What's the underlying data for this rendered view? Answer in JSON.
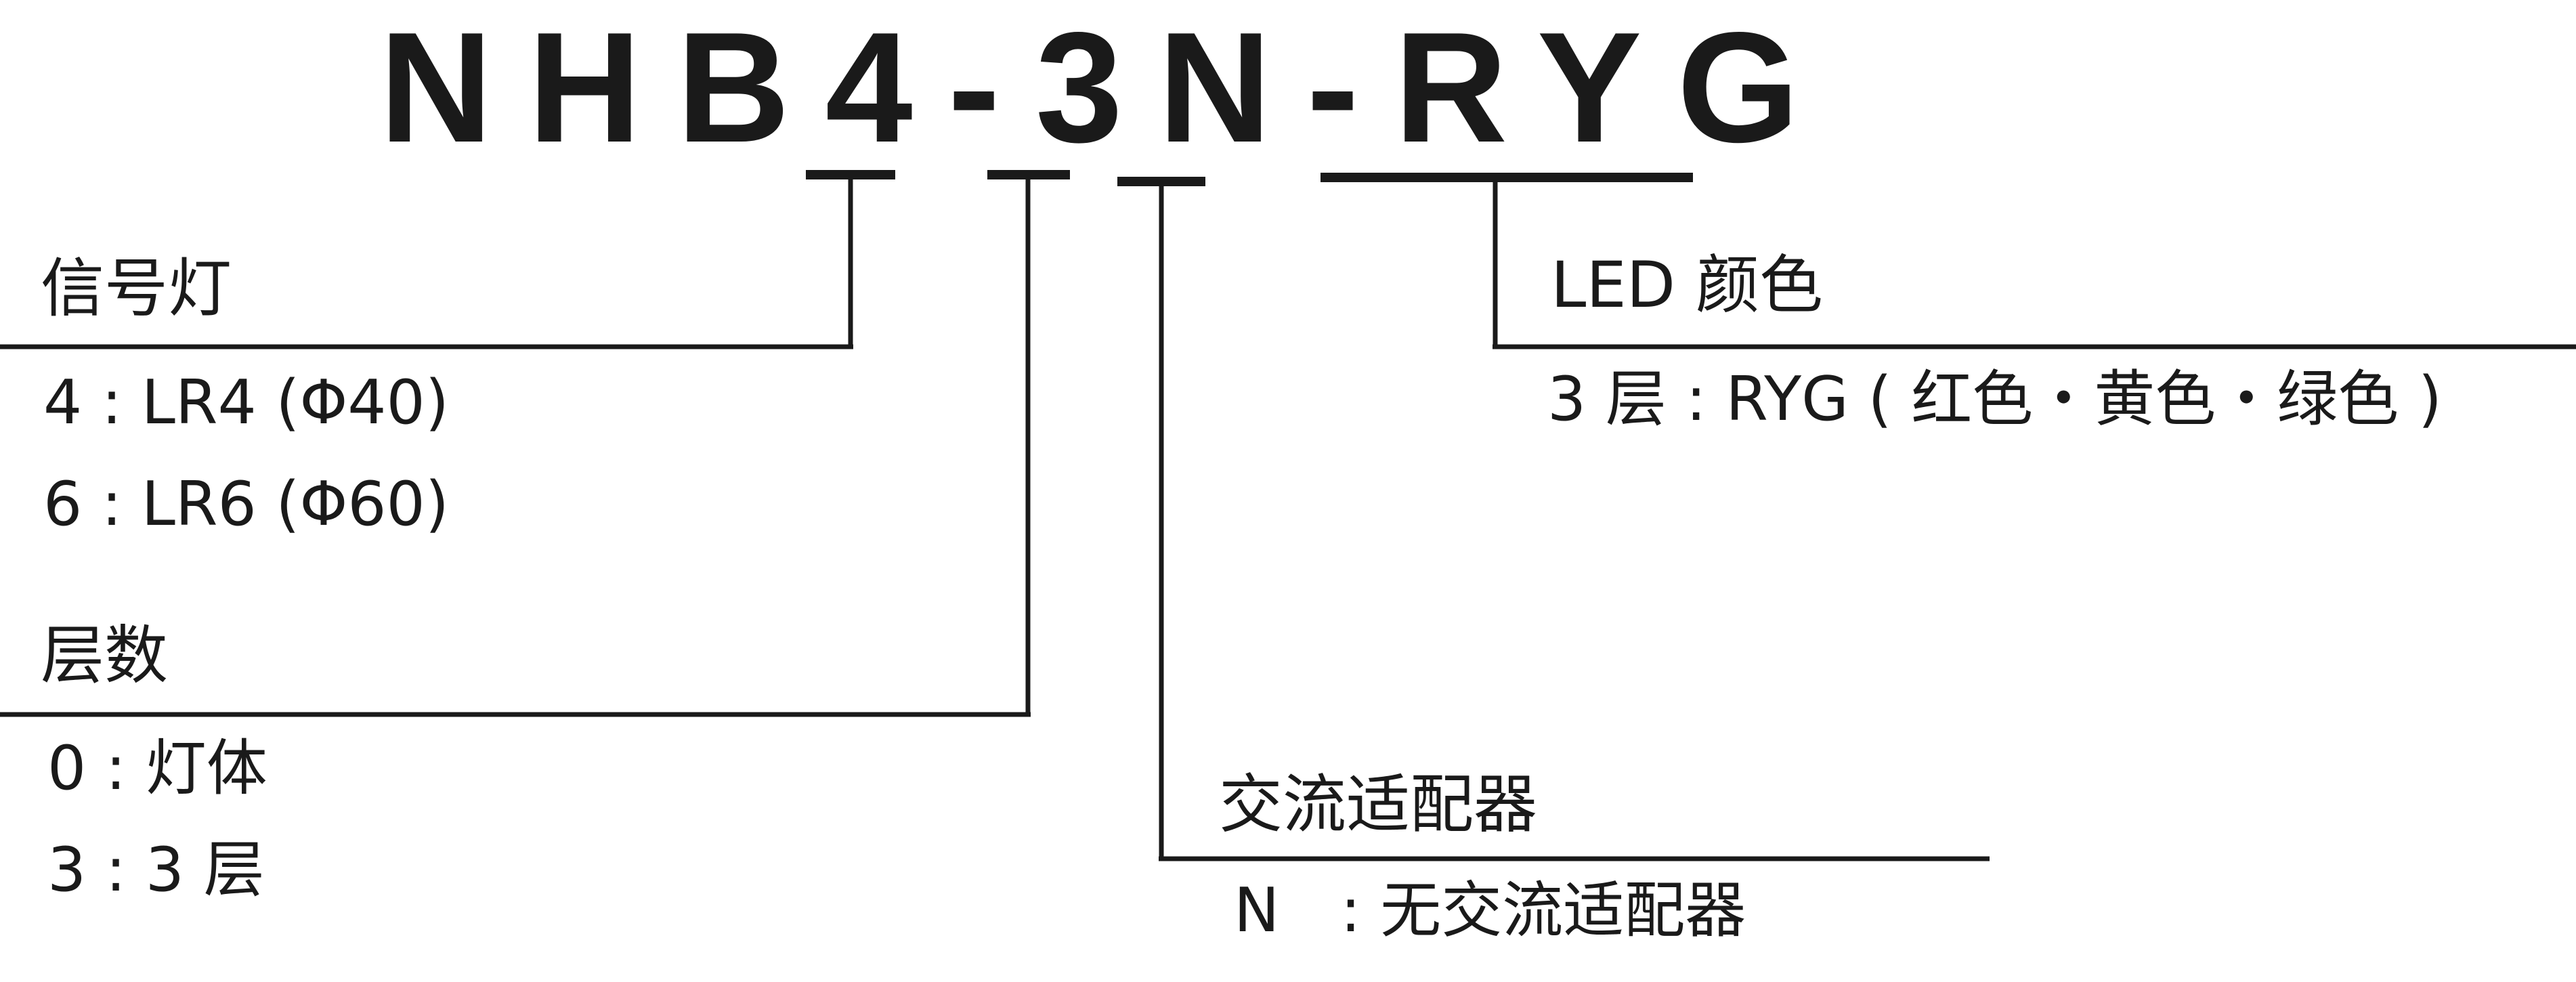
{
  "model": {
    "series": "NHB",
    "size": "4",
    "sep1": "-",
    "tiers": "3",
    "adapter": "N",
    "sep2": "-",
    "colors": "RYG"
  },
  "signal_light": {
    "title": "信号灯",
    "options": [
      "4 : LR4 (Φ40)",
      "6 : LR6 (Φ60)"
    ]
  },
  "tier_count": {
    "title": "层数",
    "options": [
      "0 : 灯体",
      "3 : 3 层"
    ]
  },
  "ac_adapter": {
    "title": "交流适配器",
    "options": [
      "N　: 无交流适配器"
    ]
  },
  "led_color": {
    "title": "LED 颜色",
    "options": [
      "3 层 : RYG ( 红色・黄色・绿色 )"
    ]
  }
}
